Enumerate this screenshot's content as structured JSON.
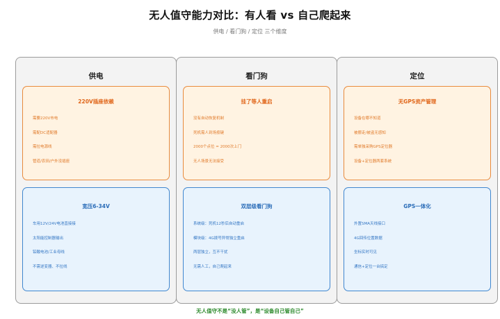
{
  "title": "无人值守能力对比：有人看 vs 自己爬起来",
  "subtitle": "供电 / 看门狗 / 定位 三个维度",
  "columns": [
    {
      "header": "供电",
      "top_card": {
        "title": "220V插座依赖",
        "items": [
          "需要220V市电",
          "需配DC适配器",
          "需拉电源线",
          "管道/农田/户外没插座"
        ]
      },
      "bottom_card": {
        "title": "宽压6-34V",
        "items": [
          "车用12V/24V电池直接接",
          "太阳能控制器输出",
          "铅酸电池/工业母线",
          "不需逆变器、不拉线"
        ]
      }
    },
    {
      "header": "看门狗",
      "top_card": {
        "title": "挂了等人重启",
        "items": [
          "没有自动恢复机制",
          "死机需人到场按键",
          "2000个点位 = 2000次上门",
          "无人场景无法接受"
        ]
      },
      "bottom_card": {
        "title": "双层级看门狗",
        "items": [
          "系统级：死机12秒后自动重启",
          "模块级：4G拨号异常独立重启",
          "两层独立，互不干扰",
          "无需人工，自己爬起来"
        ]
      }
    },
    {
      "header": "定位",
      "top_card": {
        "title": "无GPS资产管理",
        "items": [
          "设备在哪不知道",
          "被挪走/被盗无感知",
          "需单独采购GPS定位器",
          "设备+定位器两套系统"
        ]
      },
      "bottom_card": {
        "title": "GPS一体化",
        "items": [
          "外置SMA天线接口",
          "4G回传位置数据",
          "坐标实时可见",
          "通信+定位一台搞定"
        ]
      }
    }
  ],
  "footer": "无人值守不是“没人管”，是“设备自己管自己”",
  "colors": {
    "problem_accent": "#e0661a",
    "problem_bg": "#fff3e2",
    "solution_accent": "#2a6cb8",
    "solution_bg": "#e8f3fd",
    "footer": "#2e8b2e"
  }
}
